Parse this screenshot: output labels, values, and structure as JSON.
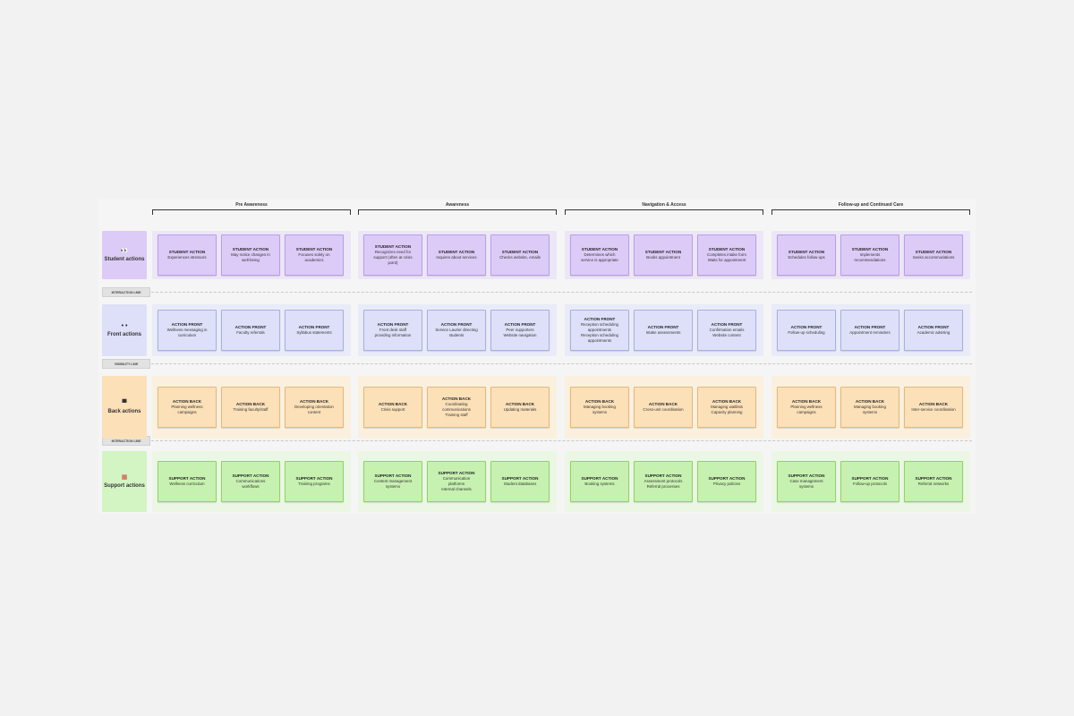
{
  "phases": [
    "Pre Awareness",
    "Awareness",
    "Navigation & Access",
    "Follow-up and Continued Care"
  ],
  "dividers": [
    "INTERACTION LINE",
    "VISIBILITY LINE",
    "INTERACTION LINE"
  ],
  "rows": [
    {
      "label": "Student actions",
      "icon": "👀",
      "icon_name": "eyes-icon",
      "colors": {
        "label_bg": "#dccbf7",
        "lane_bg": "#ece6f8",
        "card_bg": "#dccbf7",
        "card_border": "#b79fe6"
      },
      "groups": [
        [
          {
            "title": "STUDENT ACTION",
            "desc": "Experiences stressors"
          },
          {
            "title": "STUDENT ACTION",
            "desc": "May notice changes in\nwell-being"
          },
          {
            "title": "STUDENT ACTION",
            "desc": "Focuses solely on\nacademics"
          }
        ],
        [
          {
            "title": "STUDENT ACTION",
            "desc": "Recognizes need for\nsupport (often at crisis\npoint)"
          },
          {
            "title": "STUDENT ACTION",
            "desc": "Inquires about services"
          },
          {
            "title": "STUDENT ACTION",
            "desc": "Checks website, emails"
          }
        ],
        [
          {
            "title": "STUDENT ACTION",
            "desc": "Determines which\nservice is appropriate"
          },
          {
            "title": "STUDENT ACTION",
            "desc": "Books appointment"
          },
          {
            "title": "STUDENT ACTION",
            "desc": "Completes intake form\nWaits for appointment"
          }
        ],
        [
          {
            "title": "STUDENT ACTION",
            "desc": "Schedules follow-ups"
          },
          {
            "title": "STUDENT ACTION",
            "desc": "Implements\nrecommendations"
          },
          {
            "title": "STUDENT ACTION",
            "desc": "Seeks accommodations"
          }
        ]
      ]
    },
    {
      "label": "Front actions",
      "icon": "• •",
      "icon_name": "dots-icon",
      "colors": {
        "label_bg": "#dde0f8",
        "lane_bg": "#e9ebf8",
        "card_bg": "#dde0f8",
        "card_border": "#a9b0e0"
      },
      "groups": [
        [
          {
            "title": "ACTION FRONT",
            "desc": "Wellness messaging in\ncurriculum"
          },
          {
            "title": "ACTION FRONT",
            "desc": "Faculty referrals"
          },
          {
            "title": "ACTION FRONT",
            "desc": "Syllabus statements"
          }
        ],
        [
          {
            "title": "ACTION FRONT",
            "desc": "Front desk staff\nproviding information"
          },
          {
            "title": "ACTION FRONT",
            "desc": "Service Laurier directing\nstudents"
          },
          {
            "title": "ACTION FRONT",
            "desc": "Peer supporters\nWebsite navigation"
          }
        ],
        [
          {
            "title": "ACTION FRONT",
            "desc": "Reception scheduling\nappointments\nReception scheduling\nappointments"
          },
          {
            "title": "ACTION FRONT",
            "desc": "Intake assessments"
          },
          {
            "title": "ACTION FRONT",
            "desc": "Confirmation emails\nWebsite content"
          }
        ],
        [
          {
            "title": "ACTION FRONT",
            "desc": "Follow-up scheduling"
          },
          {
            "title": "ACTION FRONT",
            "desc": "Appointment reminders"
          },
          {
            "title": "ACTION FRONT",
            "desc": "Academic advising"
          }
        ]
      ]
    },
    {
      "label": "Back actions",
      "icon": "▀",
      "icon_name": "block-icon",
      "colors": {
        "label_bg": "#fbe0b8",
        "lane_bg": "#fbf0de",
        "card_bg": "#fbe0b8",
        "card_border": "#e5b87a"
      },
      "groups": [
        [
          {
            "title": "ACTION BACK",
            "desc": "Planning wellness\ncampaigns"
          },
          {
            "title": "ACTION BACK",
            "desc": "Training faculty/staff"
          },
          {
            "title": "ACTION BACK",
            "desc": "Developing orientation\ncontent"
          }
        ],
        [
          {
            "title": "ACTION BACK",
            "desc": "Crisis support"
          },
          {
            "title": "ACTION BACK",
            "desc": "Coordinating\ncommunications\nTraining staff"
          },
          {
            "title": "ACTION BACK",
            "desc": "Updating materials"
          }
        ],
        [
          {
            "title": "ACTION BACK",
            "desc": "Managing booking\nsystems"
          },
          {
            "title": "ACTION BACK",
            "desc": "Cross-unit coordination"
          },
          {
            "title": "ACTION BACK",
            "desc": "Managing waitlists\nCapacity planning"
          }
        ],
        [
          {
            "title": "ACTION BACK",
            "desc": "Planning wellness\ncampaigns"
          },
          {
            "title": "ACTION BACK",
            "desc": "Managing booking\nsystems"
          },
          {
            "title": "ACTION BACK",
            "desc": "Inter-service coordination"
          }
        ]
      ]
    },
    {
      "label": "Support actions",
      "icon": "▦",
      "icon_name": "red-grid-icon",
      "colors": {
        "label_bg": "#d3f5c4",
        "lane_bg": "#ebf7e4",
        "card_bg": "#c7f1b0",
        "card_border": "#8ed36b"
      },
      "groups": [
        [
          {
            "title": "SUPPORT ACTION",
            "desc": "Wellness curriculum"
          },
          {
            "title": "SUPPORT ACTION",
            "desc": "Communications\nworkflows"
          },
          {
            "title": "SUPPORT ACTION",
            "desc": "Training programs"
          }
        ],
        [
          {
            "title": "SUPPORT ACTION",
            "desc": "Content management\nsystems"
          },
          {
            "title": "SUPPORT ACTION",
            "desc": "Communication\nplatforms\nInternal channels"
          },
          {
            "title": "SUPPORT ACTION",
            "desc": "Student databases"
          }
        ],
        [
          {
            "title": "SUPPORT ACTION",
            "desc": "Booking systems"
          },
          {
            "title": "SUPPORT ACTION",
            "desc": "Assessment protocols\nReferral processes"
          },
          {
            "title": "SUPPORT ACTION",
            "desc": "Privacy policies"
          }
        ],
        [
          {
            "title": "SUPPORT ACTION",
            "desc": "Case management\nsystems"
          },
          {
            "title": "SUPPORT ACTION",
            "desc": "Follow-up protocols"
          },
          {
            "title": "SUPPORT ACTION",
            "desc": "Referral networks"
          }
        ]
      ]
    }
  ]
}
